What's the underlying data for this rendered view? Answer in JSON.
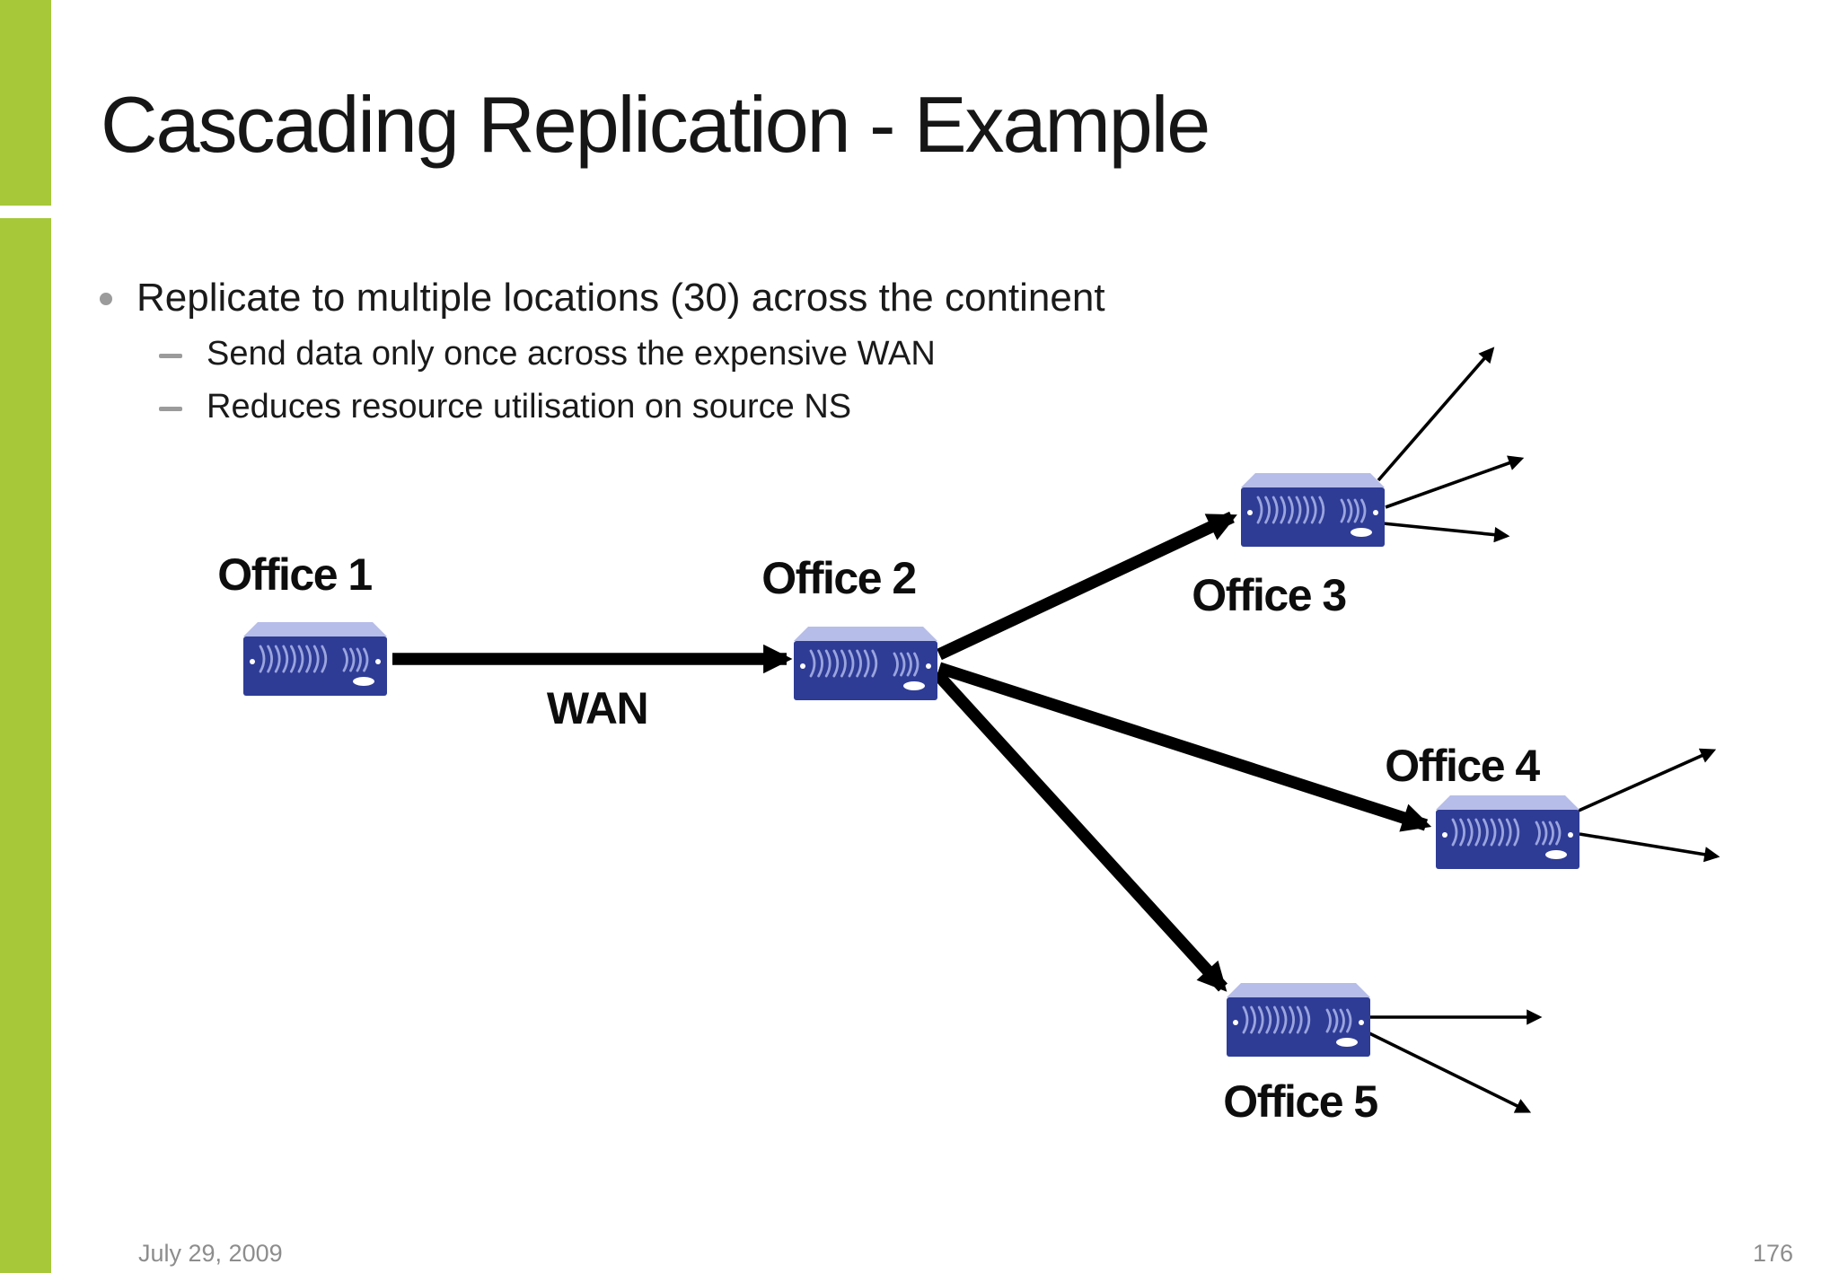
{
  "header": {
    "title": "Cascading Replication - Example"
  },
  "content": {
    "bullet": "Replicate to multiple locations (30) across the continent",
    "sub_bullets": [
      "Send data only once across the expensive WAN",
      "Reduces resource utilisation on source NS"
    ]
  },
  "diagram": {
    "wan_label": "WAN",
    "nodes": [
      {
        "label": "Office 1"
      },
      {
        "label": "Office 2"
      },
      {
        "label": "Office 3"
      },
      {
        "label": "Office 4"
      },
      {
        "label": "Office 5"
      }
    ],
    "connections": [
      {
        "from": "Office 1",
        "to": "Office 2",
        "via": "WAN",
        "style": "thick"
      },
      {
        "from": "Office 2",
        "to": "Office 3",
        "style": "thick"
      },
      {
        "from": "Office 2",
        "to": "Office 4",
        "style": "thick"
      },
      {
        "from": "Office 2",
        "to": "Office 5",
        "style": "thick"
      },
      {
        "from": "Office 3",
        "to": "further replicas",
        "count": 3,
        "style": "thin"
      },
      {
        "from": "Office 4",
        "to": "further replicas",
        "count": 2,
        "style": "thin"
      },
      {
        "from": "Office 5",
        "to": "further replicas",
        "count": 2,
        "style": "thin"
      }
    ]
  },
  "footer": {
    "date": "July 29, 2009",
    "page": "176"
  },
  "colors": {
    "accent_green": "#a6c839",
    "server_front_blue": "#2e3c96",
    "server_top_blue": "#b6bde8",
    "server_vent_blue": "#9aa4de",
    "arrow_black": "#000000",
    "text_black": "#1a1a1a",
    "muted_gray": "#8d8d8d"
  }
}
